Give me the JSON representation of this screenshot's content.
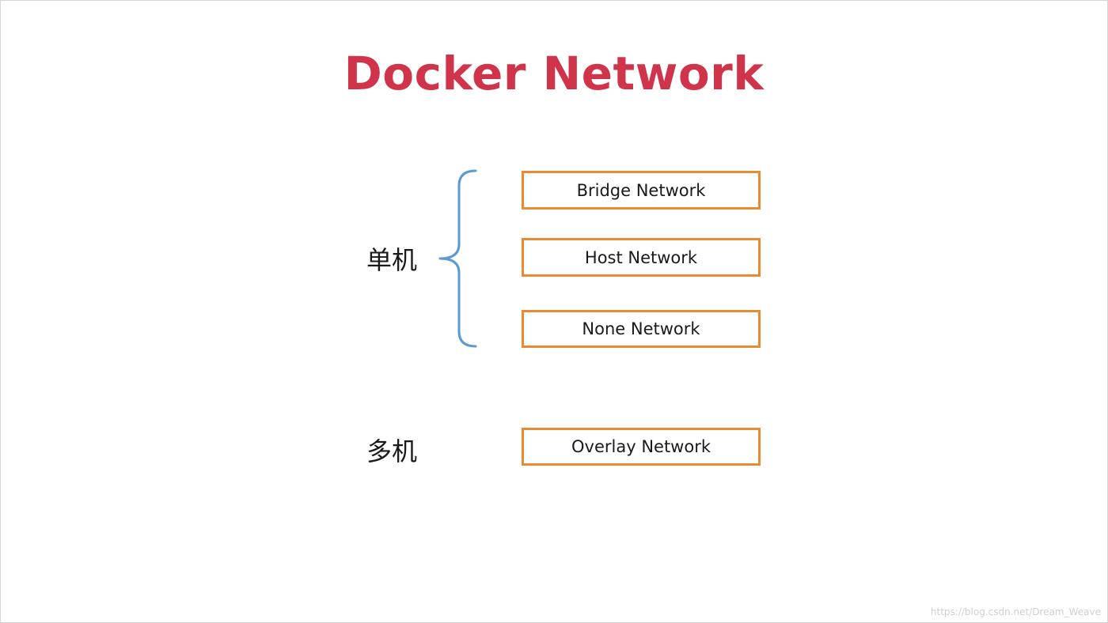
{
  "title": "Docker Network",
  "groups": [
    {
      "label": "单机",
      "networks": [
        "Bridge Network",
        "Host Network",
        "None Network"
      ]
    },
    {
      "label": "多机",
      "networks": [
        "Overlay Network"
      ]
    }
  ],
  "colors": {
    "title": "#d0344b",
    "box_border": "#eb8a33",
    "brace": "#5b9bd5",
    "text": "#1a1a1a"
  },
  "watermark": "https://blog.csdn.net/Dream_Weave"
}
